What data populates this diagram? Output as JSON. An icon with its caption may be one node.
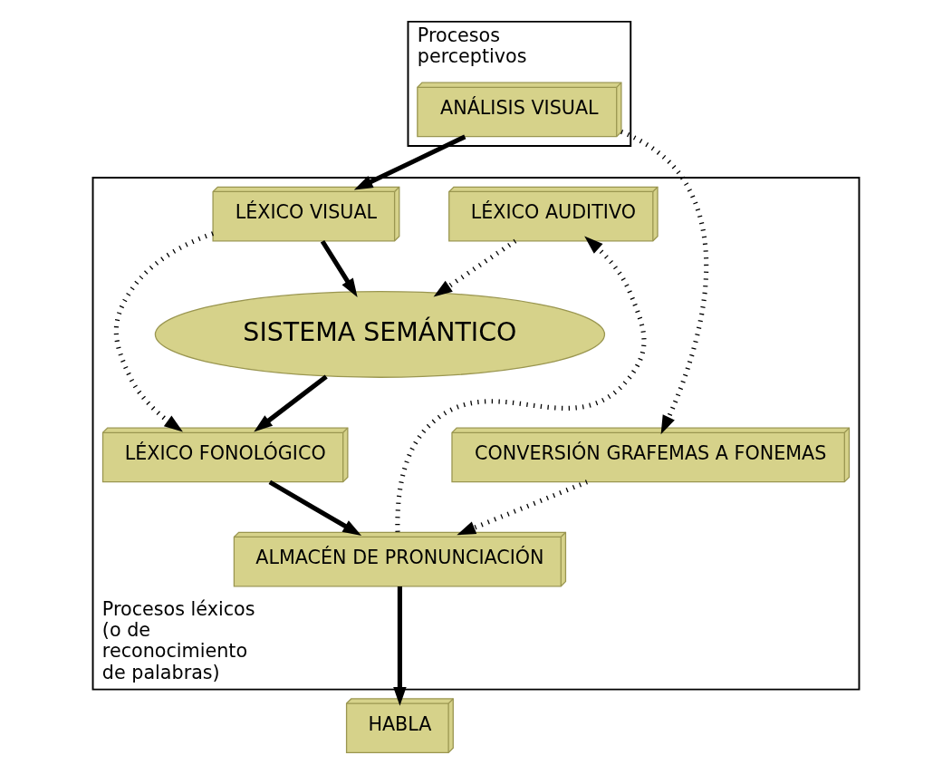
{
  "diagram": {
    "nodes": [
      {
        "text": [
          "Procesos perceptivos"
        ]
      },
      {
        "text": [
          "ANÁLISIS VISUAL"
        ],
        "in": 0
      },
      {
        "text": [
          "Procesos léxicos (o de reconocimiento de palabras)"
        ]
      },
      {
        "text": [
          "LÉXICO AUDITIVO"
        ],
        "in": 2
      },
      {
        "text": [
          "LÉXICO VISUAL"
        ],
        "in": 2
      },
      {
        "text": [
          "SISTEMA SEMÁNTICO"
        ],
        "in": 2
      },
      {
        "text": [
          "LÉXICO FONOLÓGICO"
        ],
        "in": 2
      },
      {
        "text": [
          "CONVERSIÓN GRAFEMAS A FONEMAS"
        ],
        "in": 2
      },
      {
        "text": [
          "ALMACÉN DE PRONUNCIACIÓN"
        ],
        "in": 2
      },
      {
        "text": [
          "HABLA"
        ]
      }
    ],
    "edges": [
      {
        "from": 1,
        "to": 4,
        "arrow": "to"
      },
      {
        "from": 1,
        "to": 7,
        "arrow": "to",
        "style": "dashed"
      },
      {
        "from": 3,
        "to": 5,
        "arrow": "to",
        "style": "dashed"
      },
      {
        "from": 4,
        "to": 5,
        "arrow": "to"
      },
      {
        "from": 4,
        "to": 6,
        "arrow": "to",
        "style": "dashed"
      },
      {
        "from": 5,
        "to": 6,
        "arrow": "to"
      },
      {
        "from": 6,
        "to": 8,
        "arrow": "to"
      },
      {
        "from": 8,
        "to": 3,
        "arrow": "to",
        "style": "dashed"
      },
      {
        "from": 7,
        "to": 8,
        "arrow": "to",
        "style": "dashed"
      },
      {
        "from": 8,
        "to": 9,
        "arrow": "to"
      }
    ]
  }
}
